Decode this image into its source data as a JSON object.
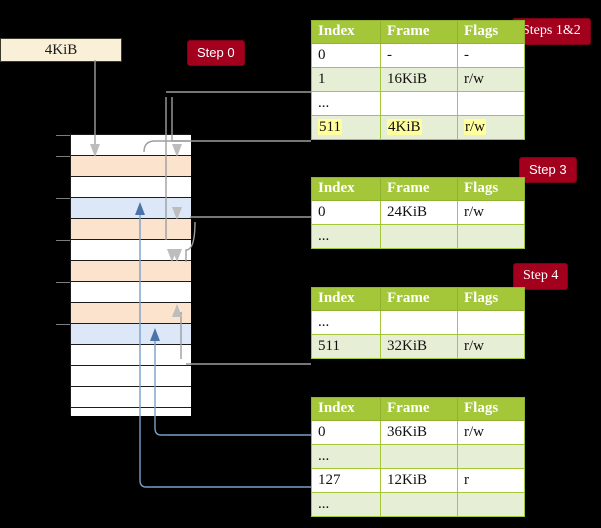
{
  "diagram": {
    "title_source_box": "4KiB",
    "badges": [
      {
        "id": "step0",
        "label": "Step 0",
        "style": "sans"
      },
      {
        "id": "steps1and2",
        "label": "Steps 1&2",
        "style": "serif"
      },
      {
        "id": "step3",
        "label": "Step 3",
        "style": "sans"
      },
      {
        "id": "step4",
        "label": "Step 4",
        "style": "serif"
      }
    ],
    "colors": {
      "badge_bg": "#A3001E",
      "badge_text": "#FFFFFF",
      "table_header_bg": "#A4C639",
      "table_header_text": "#FFFFFF",
      "table_row_alt_bg": "#E7EED6",
      "table_row_bg": "#FFFFFF",
      "highlight_bg": "#FFFF9E",
      "source_box_bg": "#FAEFD7",
      "mem_peach": "#FCE3CE",
      "mem_blue": "#DCE8F7",
      "mem_white": "#FFFFFF",
      "wire_grey": "#9E9E9E",
      "wire_blue": "#7B9FC7",
      "arrow_grey": "#BDBDBD",
      "arrow_blue": "#4D74A8",
      "background": "#000000"
    },
    "memory_column": {
      "label": "memory-frames-column",
      "rows": [
        {
          "i": 0,
          "fill": "white"
        },
        {
          "i": 1,
          "fill": "peach"
        },
        {
          "i": 2,
          "fill": "white"
        },
        {
          "i": 3,
          "fill": "blue"
        },
        {
          "i": 4,
          "fill": "peach"
        },
        {
          "i": 5,
          "fill": "white"
        },
        {
          "i": 6,
          "fill": "peach"
        },
        {
          "i": 7,
          "fill": "white"
        },
        {
          "i": 8,
          "fill": "peach"
        },
        {
          "i": 9,
          "fill": "blue"
        },
        {
          "i": 10,
          "fill": "white"
        },
        {
          "i": 11,
          "fill": "white"
        },
        {
          "i": 12,
          "fill": "white"
        },
        {
          "i": 13,
          "fill": "white"
        }
      ]
    },
    "tables": [
      {
        "id": "table-level-1",
        "headers": [
          "Index",
          "Frame",
          "Flags"
        ],
        "rows": [
          {
            "cells": [
              "0",
              "-",
              "-"
            ],
            "highlight": false
          },
          {
            "cells": [
              "1",
              "16KiB",
              "r/w"
            ],
            "highlight": false
          },
          {
            "cells": [
              "...",
              "",
              ""
            ],
            "highlight": false
          },
          {
            "cells": [
              "511",
              "4KiB",
              "r/w"
            ],
            "highlight": true
          }
        ]
      },
      {
        "id": "table-level-2",
        "headers": [
          "Index",
          "Frame",
          "Flags"
        ],
        "rows": [
          {
            "cells": [
              "0",
              "24KiB",
              "r/w"
            ],
            "highlight": false
          },
          {
            "cells": [
              "...",
              "",
              ""
            ],
            "highlight": false
          }
        ]
      },
      {
        "id": "table-level-3",
        "headers": [
          "Index",
          "Frame",
          "Flags"
        ],
        "rows": [
          {
            "cells": [
              "...",
              "",
              ""
            ],
            "highlight": false
          },
          {
            "cells": [
              "511",
              "32KiB",
              "r/w"
            ],
            "highlight": false
          }
        ]
      },
      {
        "id": "table-level-4",
        "headers": [
          "Index",
          "Frame",
          "Flags"
        ],
        "rows": [
          {
            "cells": [
              "0",
              "36KiB",
              "r/w"
            ],
            "highlight": false
          },
          {
            "cells": [
              "...",
              "",
              ""
            ],
            "highlight": false
          },
          {
            "cells": [
              "127",
              "12KiB",
              "r"
            ],
            "highlight": false
          },
          {
            "cells": [
              "...",
              "",
              ""
            ],
            "highlight": false
          }
        ]
      }
    ]
  }
}
